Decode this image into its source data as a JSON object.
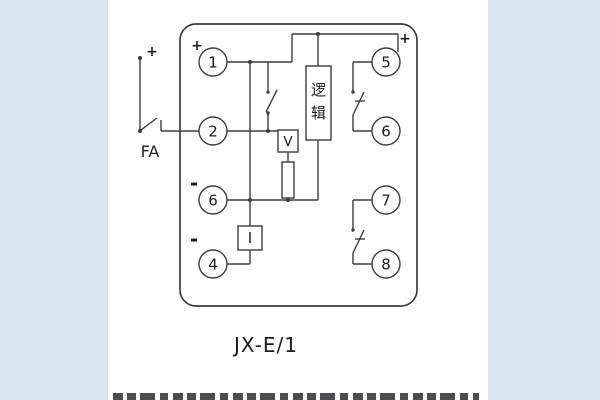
{
  "title": "JX-E/1",
  "colors": {
    "wire": "#3d3d3d",
    "text": "#1c1c1c",
    "panel": "#ffffff",
    "page_margin": "#d9e5ef",
    "cropped_strip": "#383840"
  },
  "schematic": {
    "fa_label": "FA",
    "plus": "+",
    "minus": "-",
    "voltage_element": "V",
    "current_element": "I",
    "logic_chars": [
      "逻",
      "辑"
    ],
    "terminals_left": [
      "1",
      "2",
      "6",
      "4"
    ],
    "terminals_right": [
      "5",
      "6",
      "7",
      "8"
    ]
  }
}
